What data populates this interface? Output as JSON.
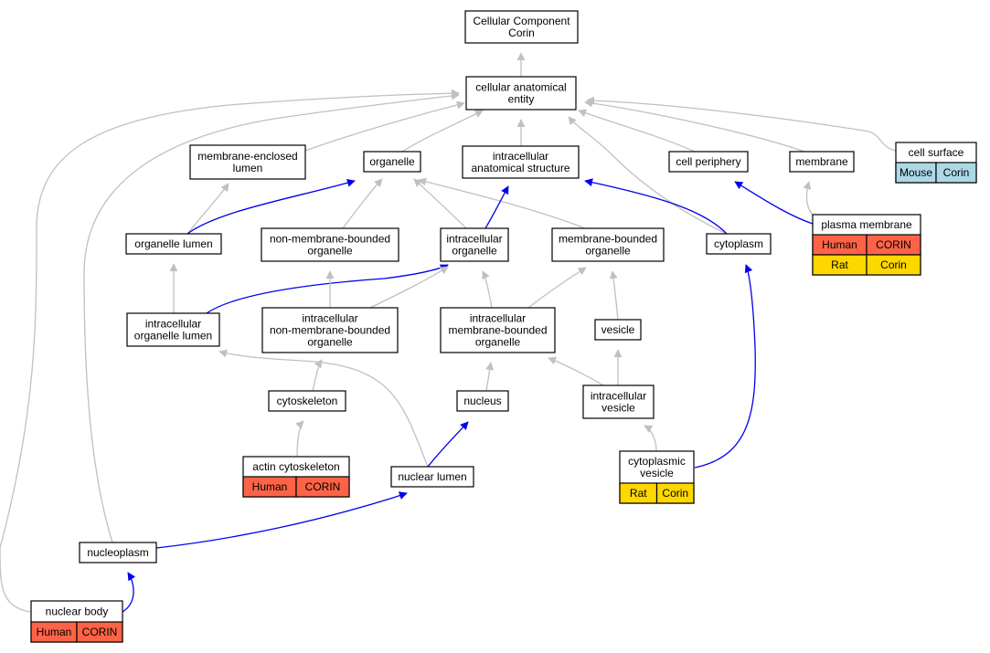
{
  "colors": {
    "gray_edge": "#c0c0c0",
    "blue_edge": "#0000ee",
    "human": "#ff6347",
    "rat": "#ffd700",
    "mouse": "#add8e6"
  },
  "nodes": {
    "root": {
      "lines": [
        "Cellular Component",
        "Corin"
      ]
    },
    "cae": {
      "lines": [
        "cellular anatomical",
        "entity"
      ]
    },
    "mel": {
      "lines": [
        "membrane-enclosed",
        "lumen"
      ]
    },
    "organelle": {
      "lines": [
        "organelle"
      ]
    },
    "ias": {
      "lines": [
        "intracellular",
        "anatomical structure"
      ]
    },
    "periphery": {
      "lines": [
        "cell periphery"
      ]
    },
    "membrane": {
      "lines": [
        "membrane"
      ]
    },
    "surface": {
      "lines": [
        "cell surface"
      ],
      "annotations": [
        {
          "species": "Mouse",
          "gene": "Corin",
          "color_key": "mouse"
        }
      ]
    },
    "olumen": {
      "lines": [
        "organelle lumen"
      ]
    },
    "nmbo": {
      "lines": [
        "non-membrane-bounded",
        "organelle"
      ]
    },
    "io": {
      "lines": [
        "intracellular",
        "organelle"
      ]
    },
    "mbo": {
      "lines": [
        "membrane-bounded",
        "organelle"
      ]
    },
    "cytoplasm": {
      "lines": [
        "cytoplasm"
      ]
    },
    "pm": {
      "lines": [
        "plasma membrane"
      ],
      "annotations": [
        {
          "species": "Human",
          "gene": "CORIN",
          "color_key": "human"
        },
        {
          "species": "Rat",
          "gene": "Corin",
          "color_key": "rat"
        }
      ]
    },
    "iol": {
      "lines": [
        "intracellular",
        "organelle lumen"
      ]
    },
    "inmbo": {
      "lines": [
        "intracellular",
        "non-membrane-bounded",
        "organelle"
      ]
    },
    "imbo": {
      "lines": [
        "intracellular",
        "membrane-bounded",
        "organelle"
      ]
    },
    "vesicle": {
      "lines": [
        "vesicle"
      ]
    },
    "cytoskeleton": {
      "lines": [
        "cytoskeleton"
      ]
    },
    "nucleus": {
      "lines": [
        "nucleus"
      ]
    },
    "ivesicle": {
      "lines": [
        "intracellular",
        "vesicle"
      ]
    },
    "actin": {
      "lines": [
        "actin cytoskeleton"
      ],
      "annotations": [
        {
          "species": "Human",
          "gene": "CORIN",
          "color_key": "human"
        }
      ]
    },
    "nlumen": {
      "lines": [
        "nuclear lumen"
      ]
    },
    "cvesicle": {
      "lines": [
        "cytoplasmic",
        "vesicle"
      ],
      "annotations": [
        {
          "species": "Rat",
          "gene": "Corin",
          "color_key": "rat"
        }
      ]
    },
    "nucleoplasm": {
      "lines": [
        "nucleoplasm"
      ]
    },
    "nbody": {
      "lines": [
        "nuclear body"
      ],
      "annotations": [
        {
          "species": "Human",
          "gene": "CORIN",
          "color_key": "human"
        }
      ]
    }
  },
  "edges": [
    {
      "from": "cae",
      "to": "root",
      "kind": "is_a"
    },
    {
      "from": "mel",
      "to": "cae",
      "kind": "is_a"
    },
    {
      "from": "organelle",
      "to": "cae",
      "kind": "is_a"
    },
    {
      "from": "ias",
      "to": "cae",
      "kind": "is_a"
    },
    {
      "from": "periphery",
      "to": "cae",
      "kind": "is_a"
    },
    {
      "from": "membrane",
      "to": "cae",
      "kind": "is_a"
    },
    {
      "from": "surface",
      "to": "cae",
      "kind": "is_a"
    },
    {
      "from": "cytoplasm",
      "to": "cae",
      "kind": "is_a"
    },
    {
      "from": "nucleoplasm",
      "to": "cae",
      "kind": "is_a"
    },
    {
      "from": "nbody",
      "to": "cae",
      "kind": "is_a"
    },
    {
      "from": "olumen",
      "to": "mel",
      "kind": "is_a"
    },
    {
      "from": "olumen",
      "to": "organelle",
      "kind": "part_of"
    },
    {
      "from": "nmbo",
      "to": "organelle",
      "kind": "is_a"
    },
    {
      "from": "io",
      "to": "organelle",
      "kind": "is_a"
    },
    {
      "from": "mbo",
      "to": "organelle",
      "kind": "is_a"
    },
    {
      "from": "io",
      "to": "ias",
      "kind": "part_of"
    },
    {
      "from": "cytoplasm",
      "to": "ias",
      "kind": "part_of"
    },
    {
      "from": "pm",
      "to": "membrane",
      "kind": "is_a"
    },
    {
      "from": "pm",
      "to": "periphery",
      "kind": "part_of"
    },
    {
      "from": "iol",
      "to": "olumen",
      "kind": "is_a"
    },
    {
      "from": "iol",
      "to": "io",
      "kind": "part_of"
    },
    {
      "from": "inmbo",
      "to": "nmbo",
      "kind": "is_a"
    },
    {
      "from": "inmbo",
      "to": "io",
      "kind": "is_a"
    },
    {
      "from": "imbo",
      "to": "io",
      "kind": "is_a"
    },
    {
      "from": "imbo",
      "to": "mbo",
      "kind": "is_a"
    },
    {
      "from": "vesicle",
      "to": "mbo",
      "kind": "is_a"
    },
    {
      "from": "cytoskeleton",
      "to": "inmbo",
      "kind": "is_a"
    },
    {
      "from": "nucleus",
      "to": "imbo",
      "kind": "is_a"
    },
    {
      "from": "ivesicle",
      "to": "imbo",
      "kind": "is_a"
    },
    {
      "from": "ivesicle",
      "to": "vesicle",
      "kind": "is_a"
    },
    {
      "from": "actin",
      "to": "cytoskeleton",
      "kind": "is_a"
    },
    {
      "from": "nlumen",
      "to": "iol",
      "kind": "is_a"
    },
    {
      "from": "nlumen",
      "to": "nucleus",
      "kind": "part_of"
    },
    {
      "from": "cvesicle",
      "to": "ivesicle",
      "kind": "is_a"
    },
    {
      "from": "cvesicle",
      "to": "cytoplasm",
      "kind": "part_of"
    },
    {
      "from": "nucleoplasm",
      "to": "nlumen",
      "kind": "part_of"
    },
    {
      "from": "nbody",
      "to": "nucleoplasm",
      "kind": "part_of"
    }
  ]
}
